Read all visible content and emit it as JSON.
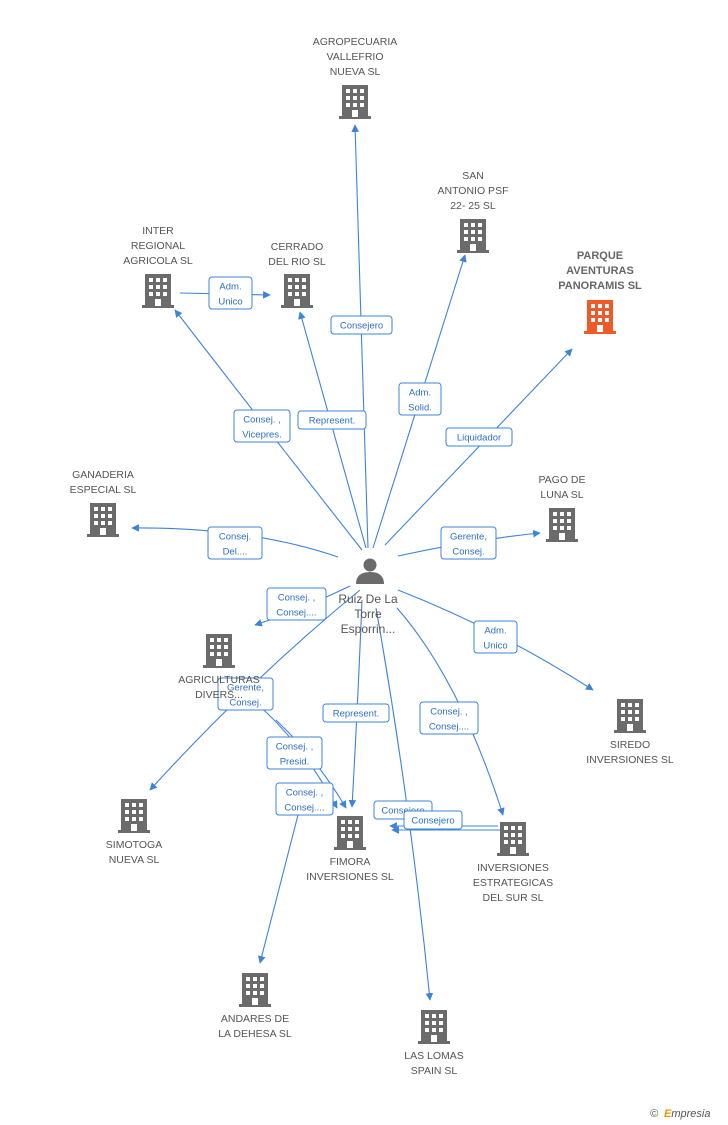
{
  "center": {
    "name_lines": [
      "Ruiz De La",
      "Torre",
      "Esporrin..."
    ],
    "icon": "person-icon"
  },
  "colors": {
    "edge": "#3d84d8",
    "company": "#6b6b6b",
    "highlight": "#f05a28",
    "person": "#6b6b6b"
  },
  "companies": [
    {
      "id": "agropecuaria",
      "lines": [
        "AGROPECUARIA",
        "VALLEFRIO",
        "NUEVA SL"
      ],
      "icon": "building-icon"
    },
    {
      "id": "san-antonio",
      "lines": [
        "SAN",
        "ANTONIO PSF",
        "22- 25 SL"
      ],
      "icon": "building-icon"
    },
    {
      "id": "inter-regional",
      "lines": [
        "INTER",
        "REGIONAL",
        "AGRICOLA SL"
      ],
      "icon": "building-icon"
    },
    {
      "id": "cerrado",
      "lines": [
        "CERRADO",
        "DEL RIO SL"
      ],
      "icon": "building-icon"
    },
    {
      "id": "parque",
      "lines": [
        "PARQUE",
        "AVENTURAS",
        "PANORAMIS SL"
      ],
      "icon": "building-icon",
      "highlight": true
    },
    {
      "id": "ganaderia",
      "lines": [
        "GANADERIA",
        "ESPECIAL SL"
      ],
      "icon": "building-icon"
    },
    {
      "id": "pago",
      "lines": [
        "PAGO DE",
        "LUNA SL"
      ],
      "icon": "building-icon"
    },
    {
      "id": "agricultura",
      "lines": [
        "AGRICULTURAS",
        "DIVERS..."
      ],
      "icon": "building-icon"
    },
    {
      "id": "siredo",
      "lines": [
        "SIREDO",
        "INVERSIONES SL"
      ],
      "icon": "building-icon"
    },
    {
      "id": "simotoga",
      "lines": [
        "SIMOTOGA",
        "NUEVA SL"
      ],
      "icon": "building-icon"
    },
    {
      "id": "fimora",
      "lines": [
        "FIMORA",
        "INVERSIONES SL"
      ],
      "icon": "building-icon"
    },
    {
      "id": "inversiones",
      "lines": [
        "INVERSIONES",
        "ESTRATEGICAS",
        "DEL SUR SL"
      ],
      "icon": "building-icon"
    },
    {
      "id": "andares",
      "lines": [
        "ANDARES DE",
        "LA DEHESA  SL"
      ],
      "icon": "building-icon"
    },
    {
      "id": "lomas",
      "lines": [
        "LAS LOMAS",
        "SPAIN  SL"
      ],
      "icon": "building-icon"
    }
  ],
  "edges": [
    {
      "id": "e-agropecuaria",
      "lines": [
        "Consejero"
      ]
    },
    {
      "id": "e-san-antonio",
      "lines": [
        "Adm.",
        "Solid."
      ]
    },
    {
      "id": "e-inter",
      "lines": [
        "Consej. ,",
        "Vicepres."
      ]
    },
    {
      "id": "e-inter-cerrado",
      "lines": [
        "Adm.",
        "Unico"
      ]
    },
    {
      "id": "e-cerrado",
      "lines": [
        "Represent."
      ]
    },
    {
      "id": "e-parque",
      "lines": [
        "Liquidador"
      ]
    },
    {
      "id": "e-ganaderia",
      "lines": [
        "Consej.",
        "Del...."
      ]
    },
    {
      "id": "e-pago",
      "lines": [
        "Gerente,",
        "Consej."
      ]
    },
    {
      "id": "e-agricultura",
      "lines": [
        "Consej. ,",
        "Consej...."
      ]
    },
    {
      "id": "e-siredo",
      "lines": [
        "Adm.",
        "Unico"
      ]
    },
    {
      "id": "e-simotoga",
      "lines": [
        "Gerente,",
        "Consej."
      ]
    },
    {
      "id": "e-fimora-1",
      "lines": [
        "Represent."
      ]
    },
    {
      "id": "e-fimora-2",
      "lines": [
        "Consej. ,",
        "Presid."
      ]
    },
    {
      "id": "e-fimora-3",
      "lines": [
        "Consej. ,",
        "Consej...."
      ]
    },
    {
      "id": "e-inversiones",
      "lines": [
        "Consej. ,",
        "Consej...."
      ]
    },
    {
      "id": "e-inv-fimora-a",
      "lines": [
        "Consejero"
      ]
    },
    {
      "id": "e-inv-fimora-b",
      "lines": [
        "Consejero"
      ]
    }
  ],
  "brand": {
    "copyright": "©",
    "e_letter": "E",
    "rest": "mpresia"
  }
}
